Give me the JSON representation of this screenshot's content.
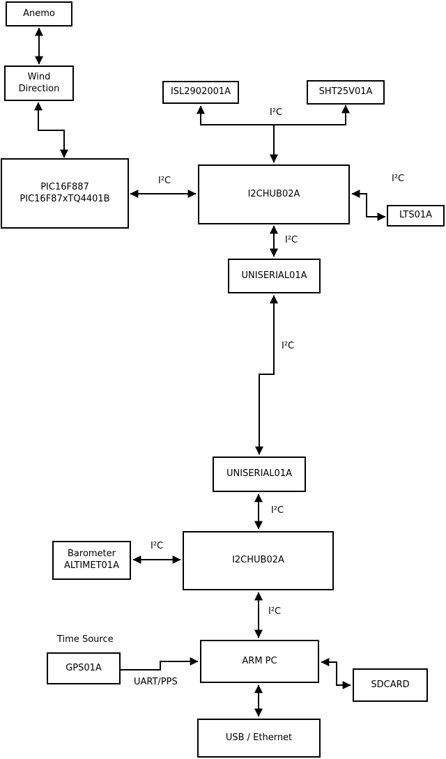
{
  "diagram": {
    "colors": {
      "background": "#ffffff",
      "line": "#000000",
      "text": "#000000",
      "box_fill": "#ffffff"
    },
    "nodes": [
      {
        "id": "anemo",
        "label": "Anemo"
      },
      {
        "id": "wind-direction",
        "label": "Wind\nDirection"
      },
      {
        "id": "pic",
        "label": "PIC16F887\nPIC16F87xTQ4401B"
      },
      {
        "id": "isl",
        "label": "ISL2902001A"
      },
      {
        "id": "sht",
        "label": "SHT25V01A"
      },
      {
        "id": "i2chub-1",
        "label": "I2CHUB02A"
      },
      {
        "id": "lts",
        "label": "LTS01A"
      },
      {
        "id": "uniserial-1",
        "label": "UNISERIAL01A"
      },
      {
        "id": "uniserial-2",
        "label": "UNISERIAL01A"
      },
      {
        "id": "i2chub-2",
        "label": "I2CHUB02A"
      },
      {
        "id": "barometer",
        "label": "Barometer\nALTIMET01A"
      },
      {
        "id": "arm-pc",
        "label": "ARM PC"
      },
      {
        "id": "gps",
        "label": "GPS01A"
      },
      {
        "id": "sdcard",
        "label": "SDCARD"
      },
      {
        "id": "usb-ethernet",
        "label": "USB / Ethernet"
      }
    ],
    "edge_labels": [
      {
        "id": "i2c-pic-i2chub1",
        "text": "I²C"
      },
      {
        "id": "i2c-sensor-bus",
        "text": "I²C"
      },
      {
        "id": "i2c-i2chub1-lts",
        "text": "I²C"
      },
      {
        "id": "i2c-i2chub1-uniserial1",
        "text": "I²C"
      },
      {
        "id": "i2c-uniserial-link",
        "text": "I²C"
      },
      {
        "id": "i2c-uniserial2-i2chub2",
        "text": "I²C"
      },
      {
        "id": "i2c-barometer-i2chub2",
        "text": "I²C"
      },
      {
        "id": "i2c-i2chub2-armpc",
        "text": "I²C"
      },
      {
        "id": "time-source",
        "text": "Time Source"
      },
      {
        "id": "uart-pps",
        "text": "UART/PPS"
      }
    ]
  }
}
